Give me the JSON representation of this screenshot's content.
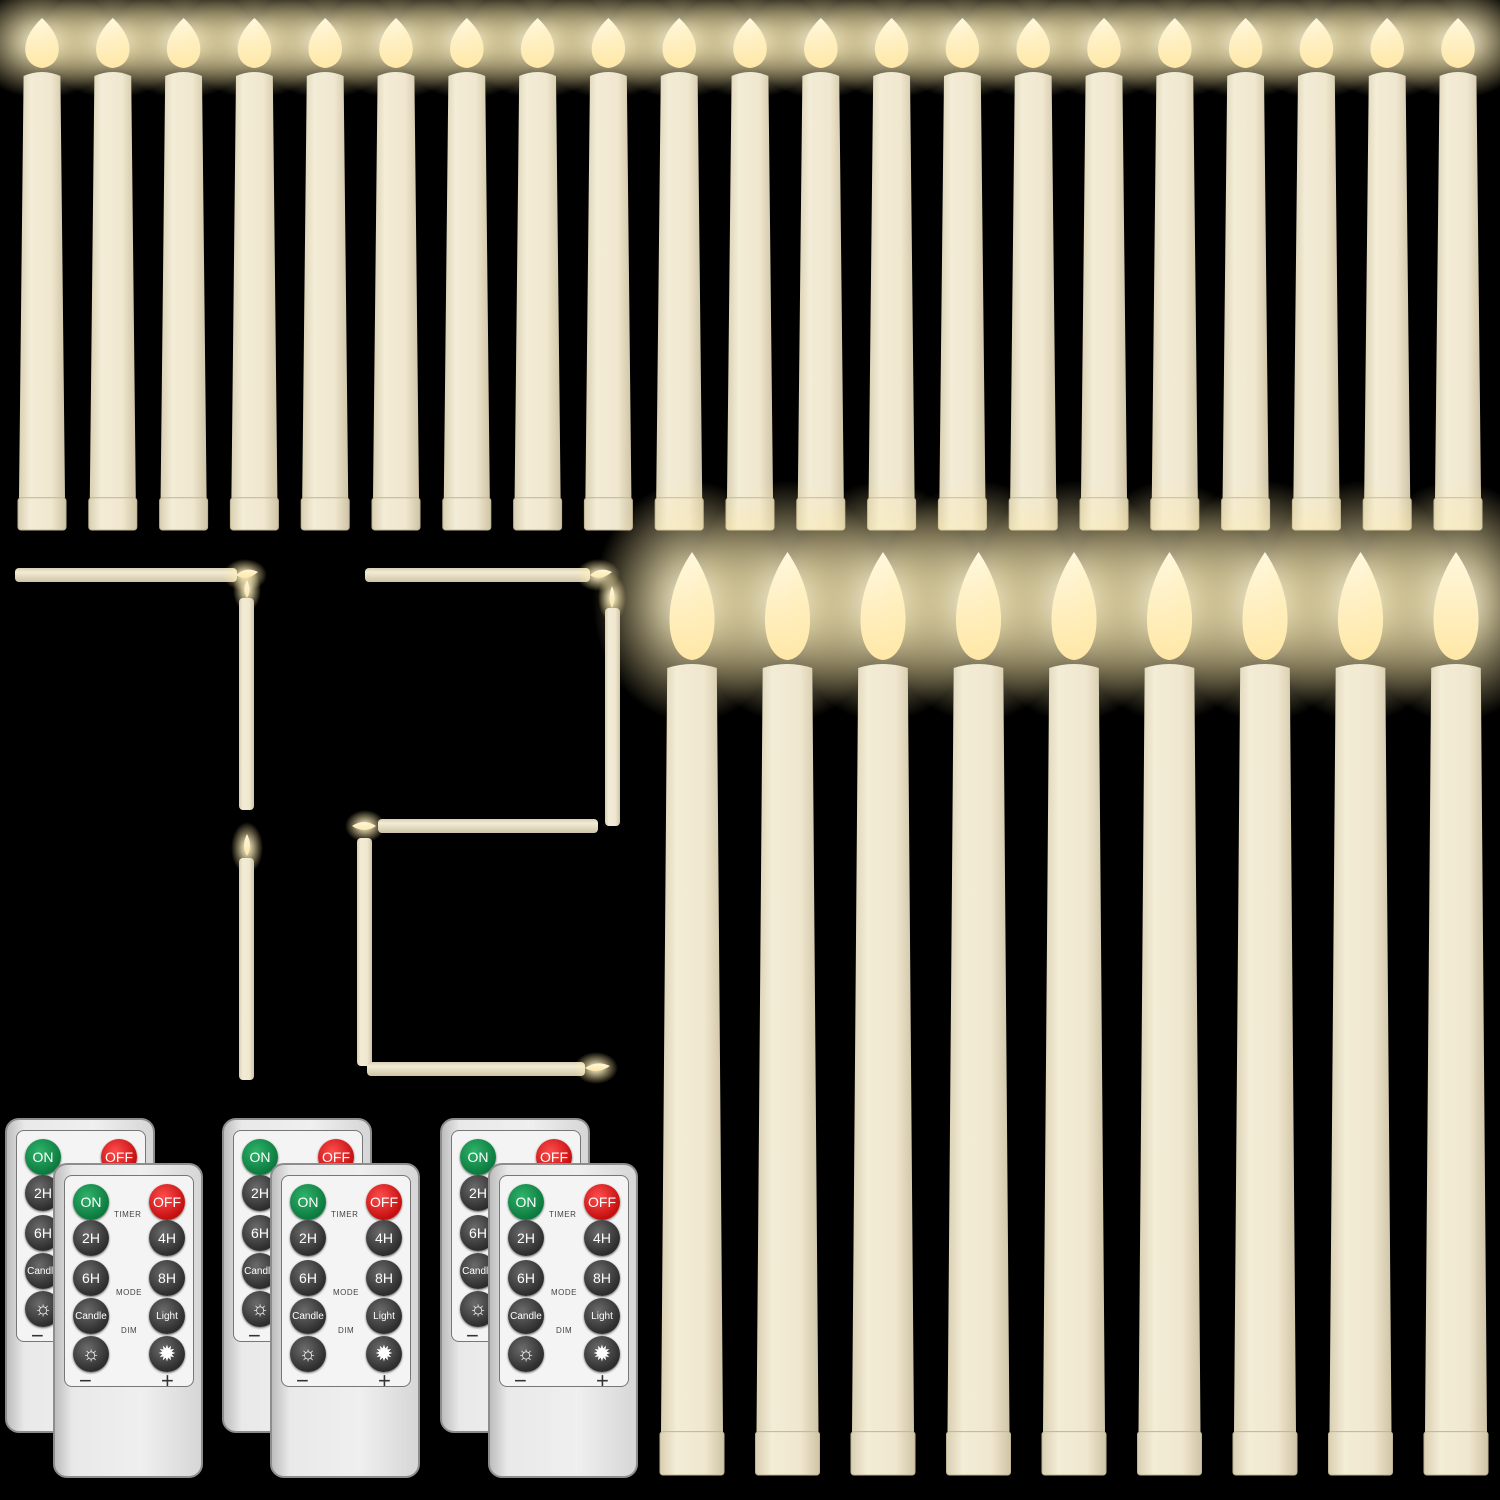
{
  "colors": {
    "background": "#000000",
    "candle_body": "#efe6cc",
    "flame_glow": "#fff4c8",
    "on_button": "#129a50",
    "off_button": "#e01818"
  },
  "remote": {
    "on": "ON",
    "off": "OFF",
    "timer": "TIMER",
    "t2": "2H",
    "t4": "4H",
    "t6": "6H",
    "t8": "8H",
    "mode": "MODE",
    "candle": "Candle",
    "light": "Light",
    "dim": "DIM",
    "minus": "−",
    "plus": "+"
  },
  "counts": {
    "small_candles": 21,
    "large_candles": 9,
    "remotes": 6
  }
}
